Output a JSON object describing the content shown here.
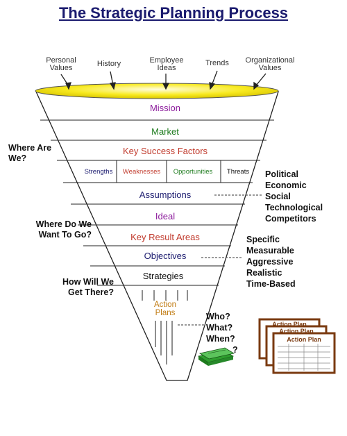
{
  "title": "The Strategic Planning Process",
  "inputs": [
    {
      "label": "Personal\nValues"
    },
    {
      "label": "History"
    },
    {
      "label": "Employee\nIdeas"
    },
    {
      "label": "Trends"
    },
    {
      "label": "Organizational\nValues"
    }
  ],
  "layers": {
    "mission": "Mission",
    "market": "Market",
    "ksf": "Key Success Factors",
    "swot": [
      "Strengths",
      "Weaknesses",
      "Opportunities",
      "Threats"
    ],
    "assumptions": "Assumptions",
    "ideal": "Ideal",
    "kra": "Key Result Areas",
    "objectives": "Objectives",
    "strategies": "Strategies",
    "action_plans": "Action\nPlans"
  },
  "questions": {
    "where_are_we": "Where Are\nWe?",
    "where_to_go": "Where Do We\nWant To Go?",
    "how_get_there": "How Will We\nGet There?"
  },
  "assumption_factors": [
    "Political",
    "Economic",
    "Social",
    "Technological",
    "Competitors"
  ],
  "objective_criteria": [
    "Specific",
    "Measurable",
    "Aggressive",
    "Realistic",
    "Time-Based"
  ],
  "action_questions": [
    "Who?",
    "What?",
    "When?"
  ],
  "question_mark": "?",
  "action_plan_docs": [
    "Action Plan",
    "Action Plan",
    "Action Plan"
  ],
  "colors": {
    "title": "#1a1a6e",
    "funnel_top": "#f5e600",
    "mission": "#8b1a9b",
    "market": "#1e7b1e",
    "red": "#c0392b",
    "blue": "#1a1a6e",
    "green": "#1e7b1e",
    "document": "#8b4513"
  }
}
